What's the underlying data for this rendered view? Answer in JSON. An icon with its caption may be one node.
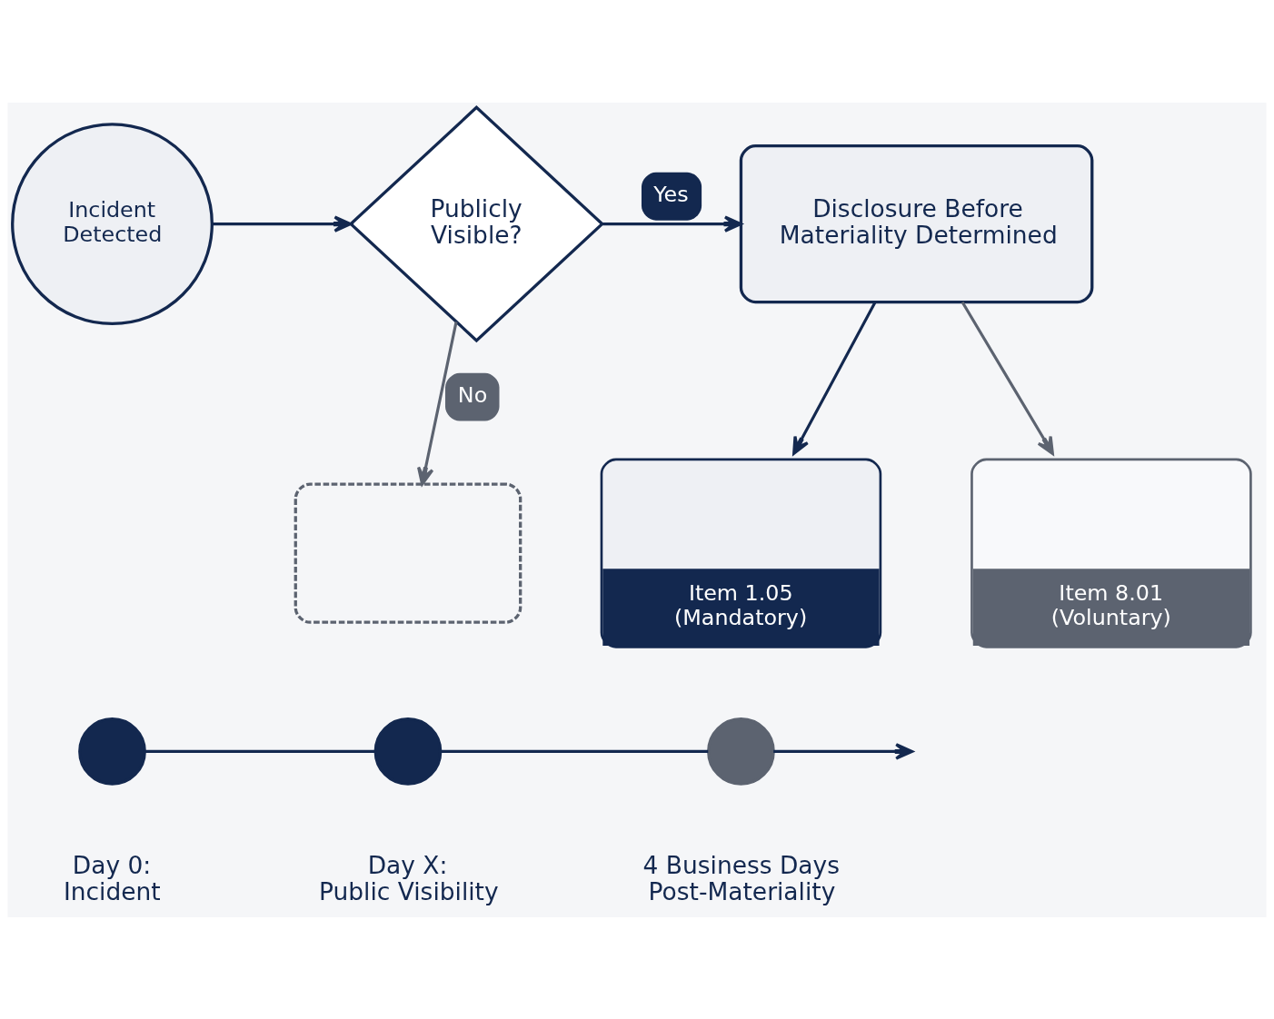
{
  "diagram": {
    "nodes": [
      {
        "text": [
          "Incident Detected"
        ]
      },
      {
        "text": [
          "Publicly Visible?"
        ]
      },
      {
        "text": [
          "Disclosure Before Materiality Determined"
        ]
      },
      {
        "text": [],
        "shape": "box"
      },
      {
        "text": [
          "Item 1.05 (Mandatory)"
        ]
      },
      {
        "text": [
          "Item 8.01 (Voluntary)"
        ]
      },
      {
        "text": [],
        "shape": "circle",
        "beside": [
          "Day 0: Incident"
        ]
      },
      {
        "text": [],
        "shape": "circle",
        "beside": [
          "Day X: Public Visibility"
        ]
      },
      {
        "text": [],
        "shape": "circle",
        "beside": [
          "4 Business Days Post-Materiality"
        ]
      }
    ],
    "edges": [
      {
        "from": 0,
        "to": 1,
        "arrow": "to"
      },
      {
        "from": 1,
        "to": 2,
        "arrow": "to",
        "label": "Yes"
      },
      {
        "from": 1,
        "to": 3,
        "arrow": "to",
        "label": "No",
        "color": "#5c6370"
      },
      {
        "from": 2,
        "to": 4,
        "arrow": "to"
      },
      {
        "from": 2,
        "to": 5,
        "arrow": "to",
        "color": "#5c6370"
      },
      {
        "from": 6,
        "to": 7,
        "arrow": "none"
      },
      {
        "from": 7,
        "to": 8,
        "arrow": "none"
      },
      {
        "from": 8,
        "to": null,
        "arrow": "to"
      }
    ]
  }
}
